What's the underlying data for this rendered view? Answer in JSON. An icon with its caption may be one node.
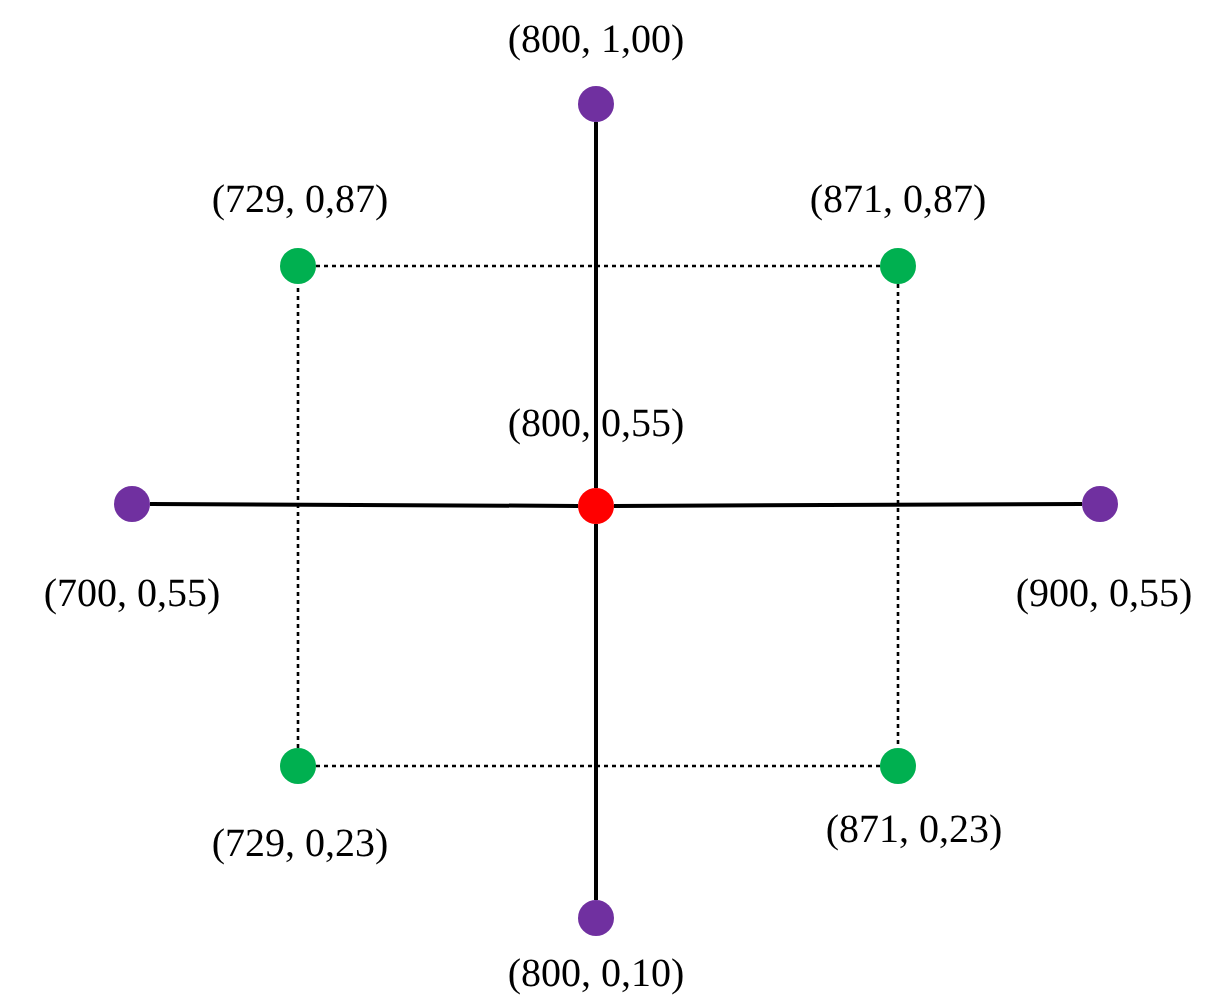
{
  "diagram": {
    "nodes": [
      {
        "text": [],
        "shape": "circle",
        "beside": [
          "(800, 1,00)"
        ]
      },
      {
        "text": [],
        "shape": "circle",
        "beside": [
          "(729, 0,87)"
        ]
      },
      {
        "text": [],
        "shape": "circle",
        "beside": [
          "(871, 0,87)"
        ]
      },
      {
        "text": [],
        "shape": "circle",
        "beside": [
          "(700, 0,55)"
        ]
      },
      {
        "text": [],
        "shape": "circle",
        "beside": [
          "(800, 0,55)"
        ]
      },
      {
        "text": [],
        "shape": "circle",
        "beside": [
          "(900, 0,55)"
        ]
      },
      {
        "text": [],
        "shape": "circle",
        "beside": [
          "(729, 0,23)"
        ]
      },
      {
        "text": [],
        "shape": "circle",
        "beside": [
          "(871, 0,23)"
        ]
      },
      {
        "text": [],
        "shape": "circle",
        "beside": [
          "(800, 0,10)"
        ]
      }
    ],
    "edges": [
      {
        "from": 4,
        "to": 0,
        "arrow": "none"
      },
      {
        "from": 4,
        "to": 3,
        "arrow": "none"
      },
      {
        "from": 4,
        "to": 5,
        "arrow": "none"
      },
      {
        "from": 4,
        "to": 8,
        "arrow": "none"
      },
      {
        "from": 1,
        "to": 2,
        "arrow": "none",
        "style": "dashed"
      },
      {
        "from": 2,
        "to": 7,
        "arrow": "none",
        "style": "dashed"
      },
      {
        "from": 7,
        "to": 6,
        "arrow": "none",
        "style": "dashed"
      },
      {
        "from": 6,
        "to": 1,
        "arrow": "none",
        "style": "dashed"
      }
    ]
  }
}
